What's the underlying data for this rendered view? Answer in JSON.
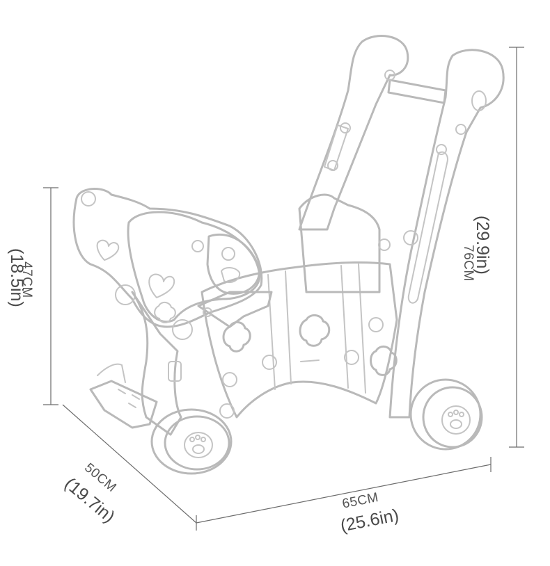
{
  "dimensions": {
    "height_total": {
      "cm": "76CM",
      "in": "(29.9in)"
    },
    "seat_height": {
      "cm": "47CM",
      "in": "(18.5in)"
    },
    "depth": {
      "cm": "50CM",
      "in": "(19.7in)"
    },
    "length": {
      "cm": "65CM",
      "in": "(25.6in)"
    }
  },
  "colors": {
    "outline": "#b9b9b9",
    "dimension_line": "#6c6c6c",
    "text": "#555555"
  }
}
